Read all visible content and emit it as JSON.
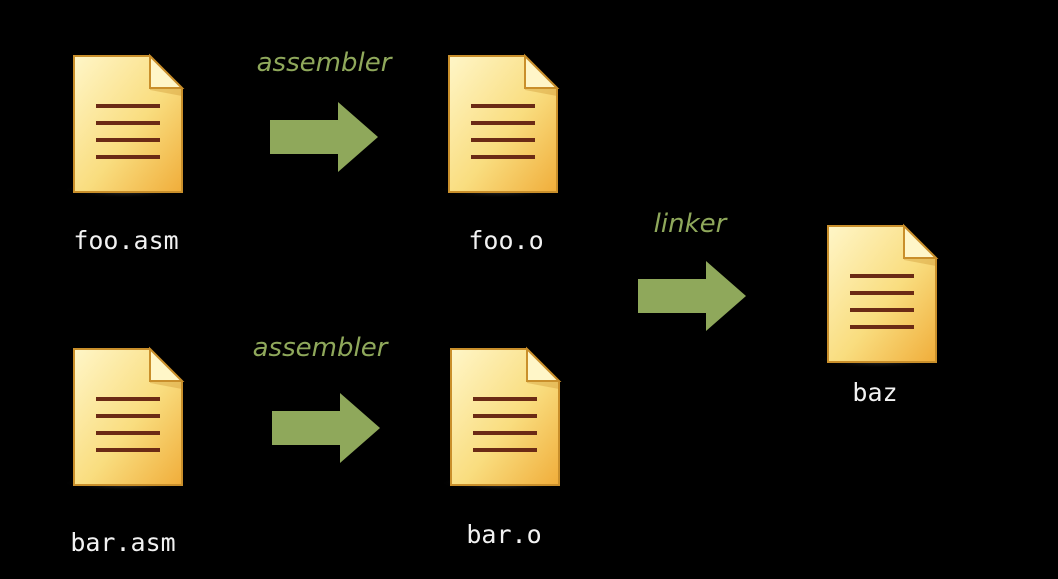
{
  "colors": {
    "background": "#000000",
    "arrow_fill": "#8fa85b",
    "tool_label": "#8fa85b",
    "file_label": "#f2f2f2",
    "doc_light": "#fff6c8",
    "doc_mid": "#f9dd7f",
    "doc_dark": "#f0ad3a",
    "doc_edge": "#c98f2b",
    "doc_lines": "#6b2a15"
  },
  "icons": {
    "document": "document-icon",
    "arrow": "right-arrow-icon"
  },
  "files": {
    "foo_asm": "foo.asm",
    "foo_o": "foo.o",
    "bar_asm": "bar.asm",
    "bar_o": "bar.o",
    "baz": "baz"
  },
  "tools": {
    "assembler_top": "assembler",
    "assembler_bottom": "assembler",
    "linker": "linker"
  }
}
